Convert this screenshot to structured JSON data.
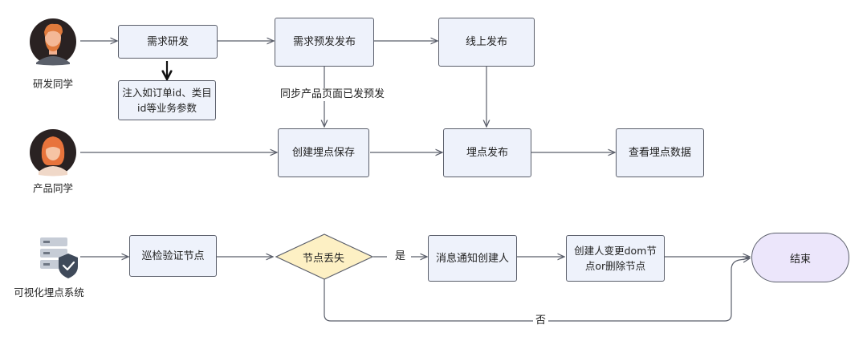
{
  "actors": {
    "dev": "研发同学",
    "product": "产品同学",
    "system": "可视化埋点系统"
  },
  "nodes": {
    "req_dev": "需求研发",
    "inject_line1": "注入如订单id、类目",
    "inject_line2": "id等业务参数",
    "pre_release": "需求预发发布",
    "online_release": "线上发布",
    "create_save": "创建埋点保存",
    "publish": "埋点发布",
    "view_data": "查看埋点数据",
    "inspect": "巡检验证节点",
    "lost": "节点丢失",
    "notify": "消息通知创建人",
    "change_line1": "创建人变更dom节",
    "change_line2": "点or删除节点",
    "end": "结束"
  },
  "edge_labels": {
    "sync": "同步产品页面已发预发",
    "yes": "是",
    "no": "否"
  },
  "colors": {
    "process_fill": "#eef2fb",
    "decision_fill": "#fdf0c4",
    "end_fill": "#ece6fb",
    "stroke": "#5b5f6b"
  }
}
